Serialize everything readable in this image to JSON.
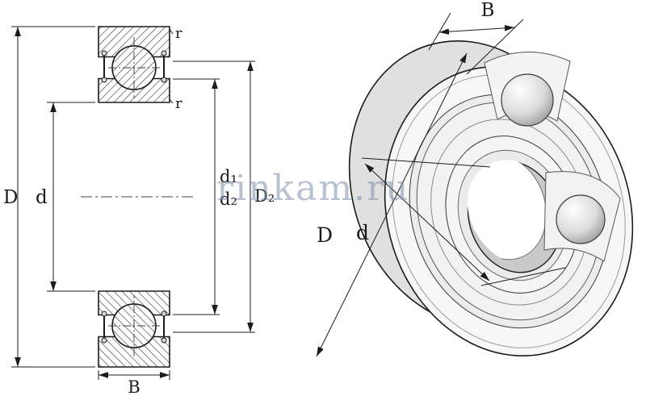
{
  "watermark": {
    "text": "rinkam.ru",
    "color": "#7e90ab"
  },
  "cross_section_view": {
    "labels": {
      "outer_diameter": "D",
      "bore_diameter": "d",
      "d1": "d₁",
      "d2": "d₂",
      "D2": "D₂",
      "width": "B",
      "radius_outer": "r",
      "radius_inner": "r"
    }
  },
  "perspective_view": {
    "labels": {
      "width": "B",
      "outer_diameter": "D",
      "bore_diameter": "d"
    }
  },
  "colors": {
    "line": "#1b1b1b",
    "metal_light": "#f7f7f7",
    "metal_mid": "#e6e6e6",
    "metal_shadow": "#c9c9c9",
    "background": "#ffffff"
  }
}
